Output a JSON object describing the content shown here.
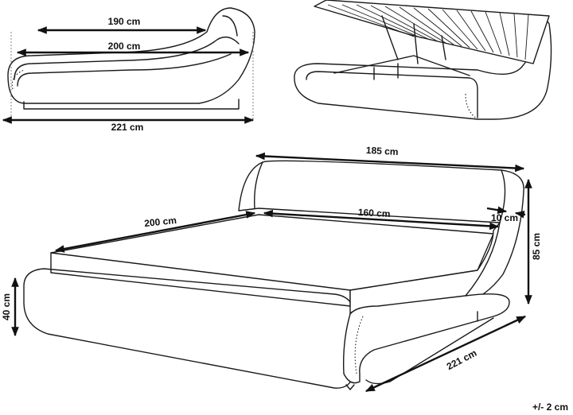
{
  "top_left_view": {
    "dim_inner_length": "190 cm",
    "dim_mattress_length": "200 cm",
    "dim_total_length": "221 cm"
  },
  "main_view": {
    "dim_width_total": "185 cm",
    "dim_mattress_width": "160 cm",
    "dim_mattress_length": "200 cm",
    "dim_headboard_thickness": "10 cm",
    "dim_height_total": "85 cm",
    "dim_frame_height": "40 cm",
    "dim_length_total": "221 cm"
  },
  "tolerance_note": "+/- 2 cm"
}
